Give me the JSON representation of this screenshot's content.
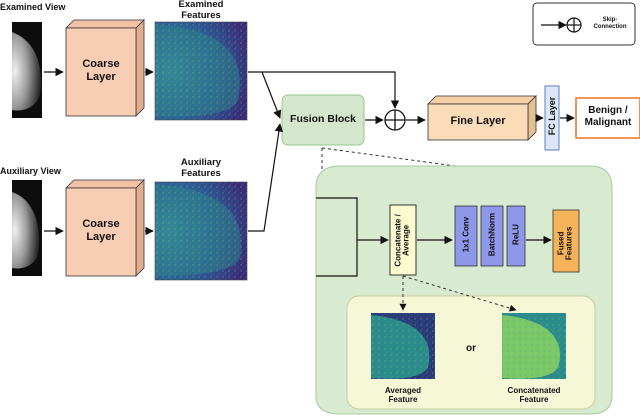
{
  "views": {
    "examined": "Examined View",
    "auxiliary": "Auxiliary View"
  },
  "features": {
    "examined": "Examined\nFeatures",
    "auxiliary": "Auxiliary\nFeatures"
  },
  "blocks": {
    "coarse": "Coarse\nLayer",
    "fusion": "Fusion Block",
    "fine": "Fine Layer",
    "fc": "FC Layer",
    "output": "Benign /\nMalignant"
  },
  "legend": {
    "skip": "Skip-\nConnection"
  },
  "fusion_detail": {
    "concat": "Concatenate /\nAverage",
    "conv": "1x1 Conv",
    "batchnorm": "BatchNorm",
    "relu": "ReLU",
    "fused": "Fused\nFeatures",
    "or": "or",
    "averaged": "Averaged\nFeature",
    "concatenated": "Concatenated\nFeature"
  },
  "colors": {
    "coarse_fill": "#f7cdb3",
    "coarse_side": "#e2ad8f",
    "fusion_fill": "#d4e7cc",
    "fine_fill": "#fbdcb8",
    "fine_side": "#e6bf93",
    "fc_fill": "#dce8f8",
    "fc_stroke": "#5a7fbf",
    "output_stroke": "#f07b2c",
    "panel_fill": "#d8ead0",
    "inner_fill": "#f6f7d6",
    "concat_fill": "#fdfbd0",
    "blue_fill": "#8e97e8",
    "fused_fill": "#f7b35a",
    "feature_dark": "#2a3a78",
    "feature_mid": "#2b8a8a",
    "feature_light": "#8ad160"
  }
}
